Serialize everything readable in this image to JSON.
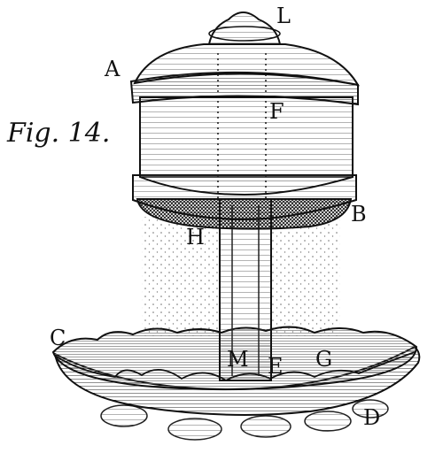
{
  "caption": "Fig. 14.",
  "labels": {
    "A": "A",
    "B": "B",
    "C": "C",
    "D": "D",
    "E": "E",
    "F": "F",
    "G": "G",
    "H": "H",
    "L": "L",
    "M": "M"
  },
  "ink_color": "#111111",
  "paper_color": "#ffffff"
}
